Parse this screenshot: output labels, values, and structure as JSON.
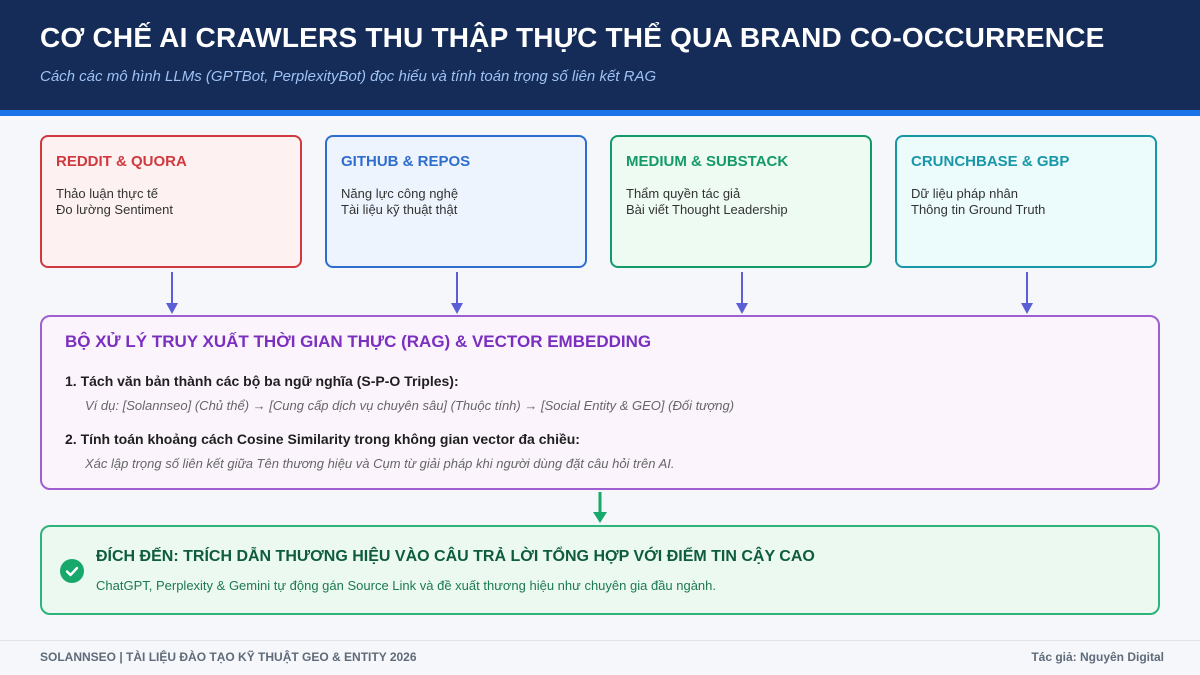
{
  "header": {
    "title": "CƠ CHẾ AI CRAWLERS THU THẬP THỰC THỂ QUA BRAND CO-OCCURRENCE",
    "subtitle": "Cách các mô hình LLMs (GPTBot, PerplexityBot) đọc hiểu và tính toán trọng số liên kết RAG"
  },
  "sources": [
    {
      "title": "REDDIT & QUORA",
      "lines": [
        "Thảo luận thực tế",
        "Đo lường Sentiment"
      ],
      "color": "#d0393d",
      "bg": "#fdf1f1"
    },
    {
      "title": "GITHUB & REPOS",
      "lines": [
        "Năng lực công nghệ",
        "Tài liệu kỹ thuật thật"
      ],
      "color": "#2f6ecf",
      "bg": "#eef4fd"
    },
    {
      "title": "MEDIUM & SUBSTACK",
      "lines": [
        "Thẩm quyền tác giả",
        "Bài viết Thought Leadership"
      ],
      "color": "#14996a",
      "bg": "#eefbf3"
    },
    {
      "title": "CRUNCHBASE & GBP",
      "lines": [
        "Dữ liệu pháp nhân",
        "Thông tin Ground Truth"
      ],
      "color": "#1797a8",
      "bg": "#ecfbfc"
    }
  ],
  "rag": {
    "title": "BỘ XỬ LÝ TRUY XUẤT THỜI GIAN THỰC (RAG) & VECTOR EMBEDDING",
    "step1_title": "1. Tách văn bản thành các bộ ba ngữ nghĩa (S-P-O Triples):",
    "step1_note": "Ví dụ: [Solannseo] (Chủ thể) → [Cung cấp dịch vụ chuyên sâu] (Thuộc tính) → [Social Entity & GEO] (Đối tượng)",
    "step2_title": "2. Tính toán khoảng cách Cosine Similarity trong không gian vector đa chiều:",
    "step2_note": "Xác lập trọng số liên kết giữa Tên thương hiệu và Cụm từ giải pháp khi người dùng đặt câu hỏi trên AI."
  },
  "destination": {
    "icon": "check-circle-icon",
    "title": "ĐÍCH ĐẾN: TRÍCH DẪN THƯƠNG HIỆU VÀO CÂU TRẢ LỜI TỔNG HỢP VỚI ĐIỂM TIN CẬY CAO",
    "text": "ChatGPT, Perplexity & Gemini tự động gán Source Link và đề xuất thương hiệu như chuyên gia đầu ngành."
  },
  "footer": {
    "left": "SOLANNSEO | TÀI LIỆU ĐÀO TẠO KỸ THUẬT GEO & ENTITY 2026",
    "right": "Tác giả: Nguyên Digital"
  },
  "colors": {
    "arrow_to_rag": "#5b5fd6",
    "arrow_to_dest": "#17a86b"
  }
}
